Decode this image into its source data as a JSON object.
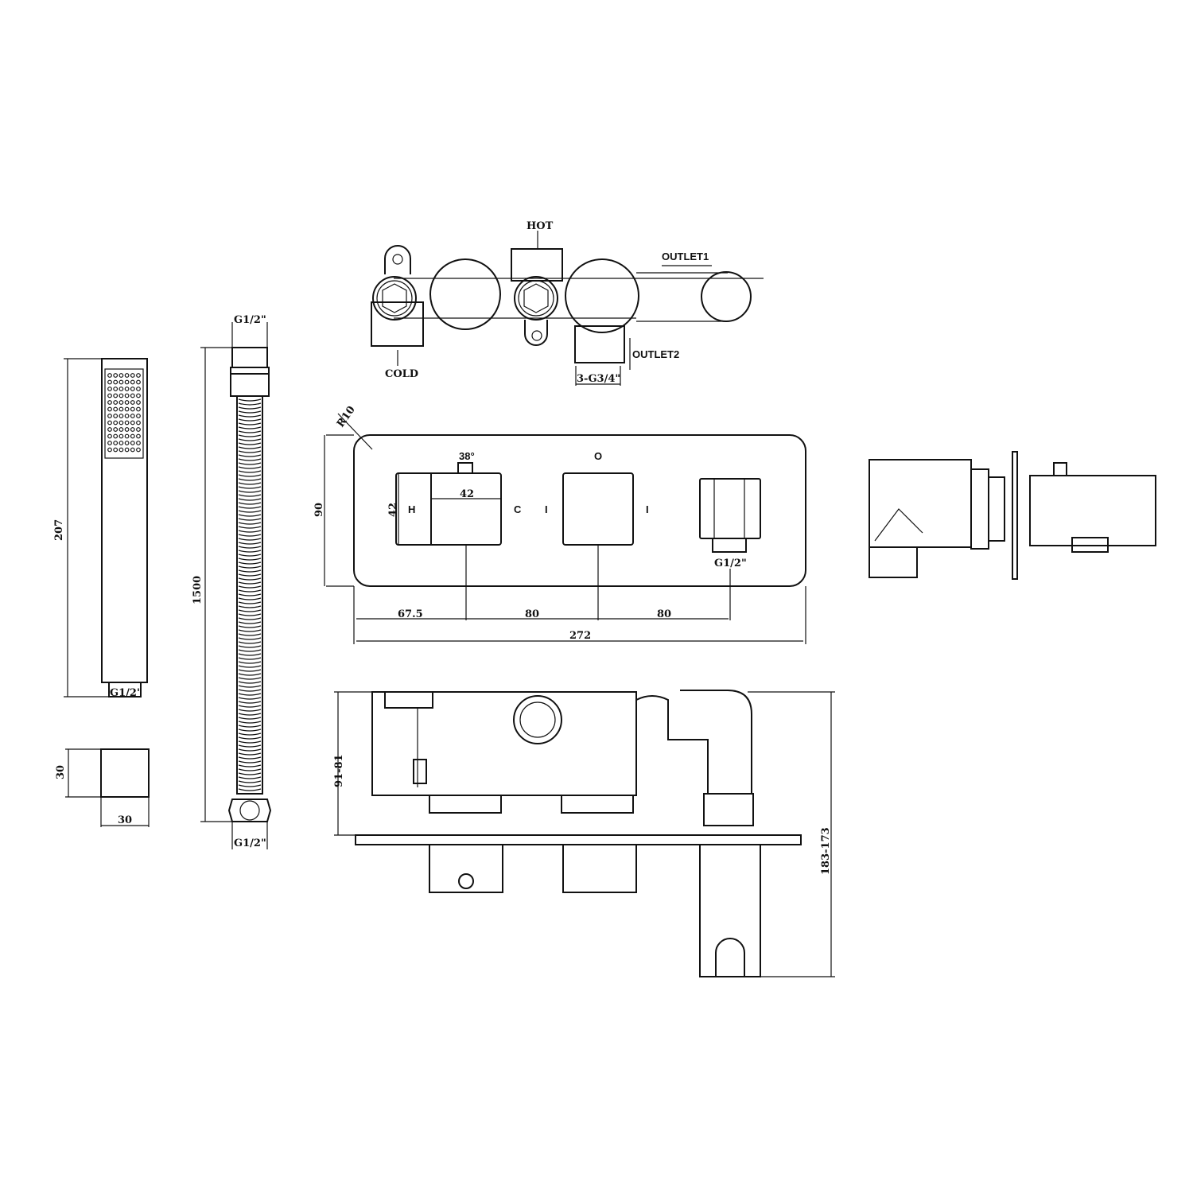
{
  "valve_body": {
    "hot": "HOT",
    "cold": "COLD",
    "outlet1": "OUTLET1",
    "outlet2": "OUTLET2",
    "thread": "3-G3/4\""
  },
  "faceplate": {
    "radius": "R10",
    "height": "90",
    "angle": "38°",
    "off_mark": "O",
    "knob_height": "42",
    "knob_width": "42",
    "hot_mark": "H",
    "cold_mark": "C",
    "on_mark_left": "I",
    "on_mark_right": "I",
    "outlet_thread": "G1/2\"",
    "dim_1": "67.5",
    "dim_2": "80",
    "dim_3": "80",
    "total_width": "272"
  },
  "hand_shower": {
    "length": "207",
    "thread": "G1/2\""
  },
  "holder": {
    "height": "30",
    "width": "30"
  },
  "hose": {
    "length": "1500",
    "thread_top": "G1/2\"",
    "thread_bottom": "G1/2\""
  },
  "side_view": {
    "depth": "91-81",
    "total_depth": "183-173"
  }
}
